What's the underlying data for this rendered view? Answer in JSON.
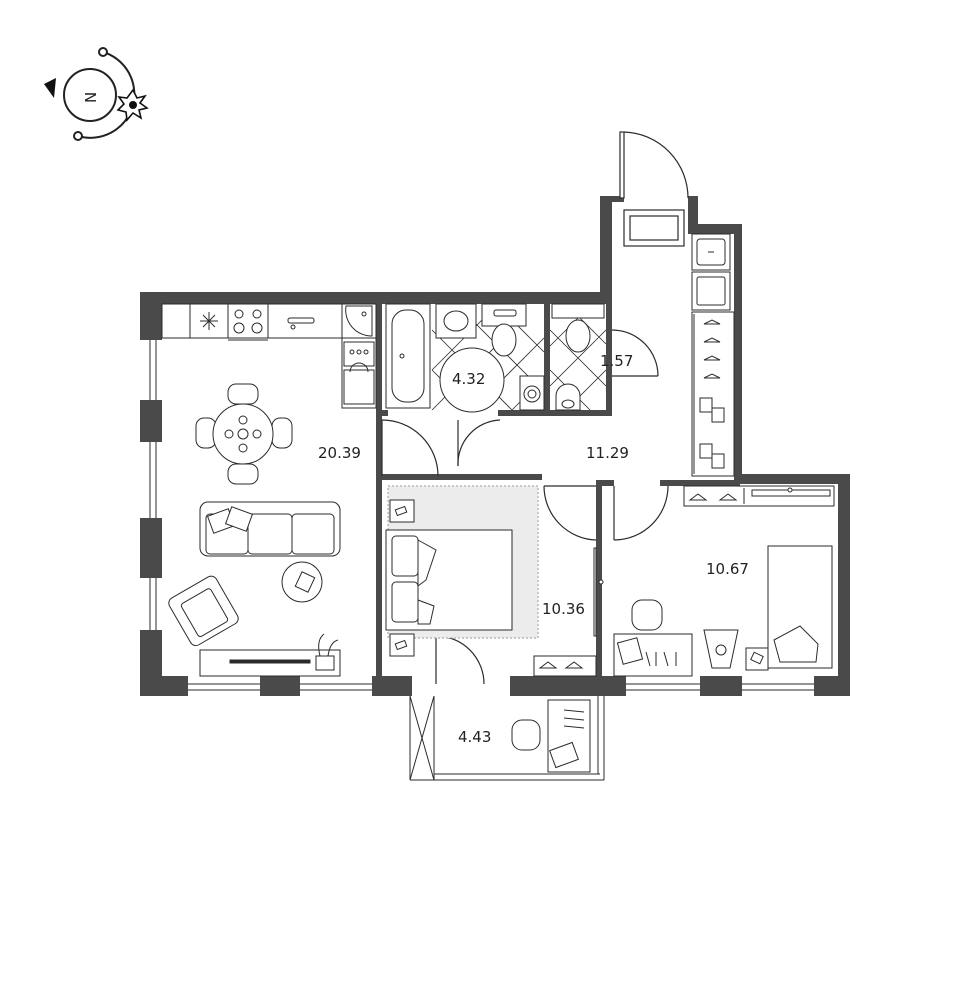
{
  "compass": {
    "letter": "N",
    "icon": "compass-icon",
    "sun_icon": "sun-icon"
  },
  "rooms": {
    "living_kitchen": {
      "area": "20.39"
    },
    "bathroom": {
      "area": "4.32"
    },
    "toilet": {
      "area": "1.57"
    },
    "hallway": {
      "area": "11.29"
    },
    "bedroom_main": {
      "area": "10.36"
    },
    "bedroom_second": {
      "area": "10.67"
    },
    "balcony": {
      "area": "4.43"
    }
  },
  "colors": {
    "wall": "#4a4a4a",
    "line": "#2b2b2b",
    "carpet": "#ececec"
  }
}
